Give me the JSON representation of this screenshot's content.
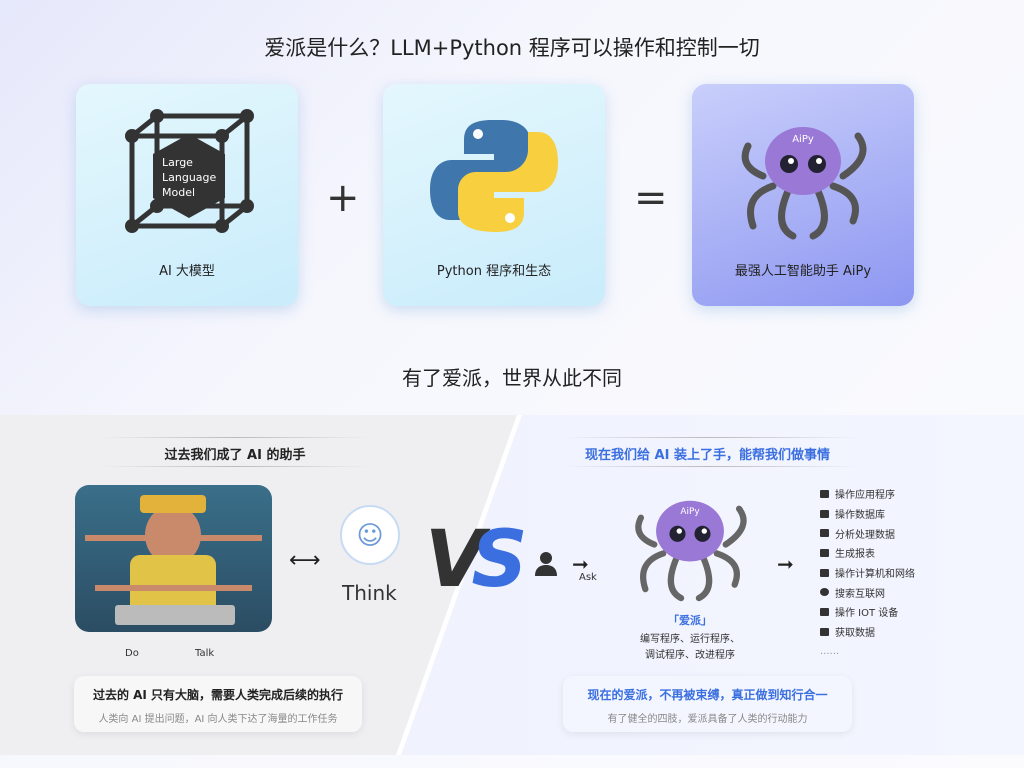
{
  "title": "爱派是什么？LLM+Python 程序可以操作和控制一切",
  "cards": [
    {
      "label": "AI 大模型",
      "icon_text": [
        "Large",
        "Language",
        "Model"
      ]
    },
    {
      "label": "Python 程序和生态"
    },
    {
      "label": "最强人工智能助手 AiPy",
      "mascot_text": "AiPy"
    }
  ],
  "plus": "+",
  "equals": "=",
  "subtitle": "有了爱派，世界从此不同",
  "left": {
    "heading": "过去我们成了 AI 的助手",
    "do": "Do",
    "talk": "Talk",
    "think": "Think",
    "card_title": "过去的 AI 只有大脑，需要人类完成后续的执行",
    "card_sub": "人类向 AI 提出问题，AI 向人类下达了海量的工作任务"
  },
  "vs": "VS",
  "right": {
    "heading": "现在我们给 AI 装上了手，能帮我们做事情",
    "ask": "Ask",
    "name": "「爱派」",
    "desc1": "编写程序、运行程序、",
    "desc2": "调试程序、改进程序",
    "mascot_text": "AiPy",
    "capabilities": [
      "操作应用程序",
      "操作数据库",
      "分析处理数据",
      "生成报表",
      "操作计算机和网络",
      "搜索互联网",
      "操作 IOT 设备",
      "获取数据",
      "......"
    ],
    "card_title": "现在的爱派，不再被束缚，真正做到知行合一",
    "card_sub": "有了健全的四肢，爱派具备了人类的行动能力"
  },
  "colors": {
    "accent": "#3b6fe0",
    "octopus": "#9a78d6"
  }
}
